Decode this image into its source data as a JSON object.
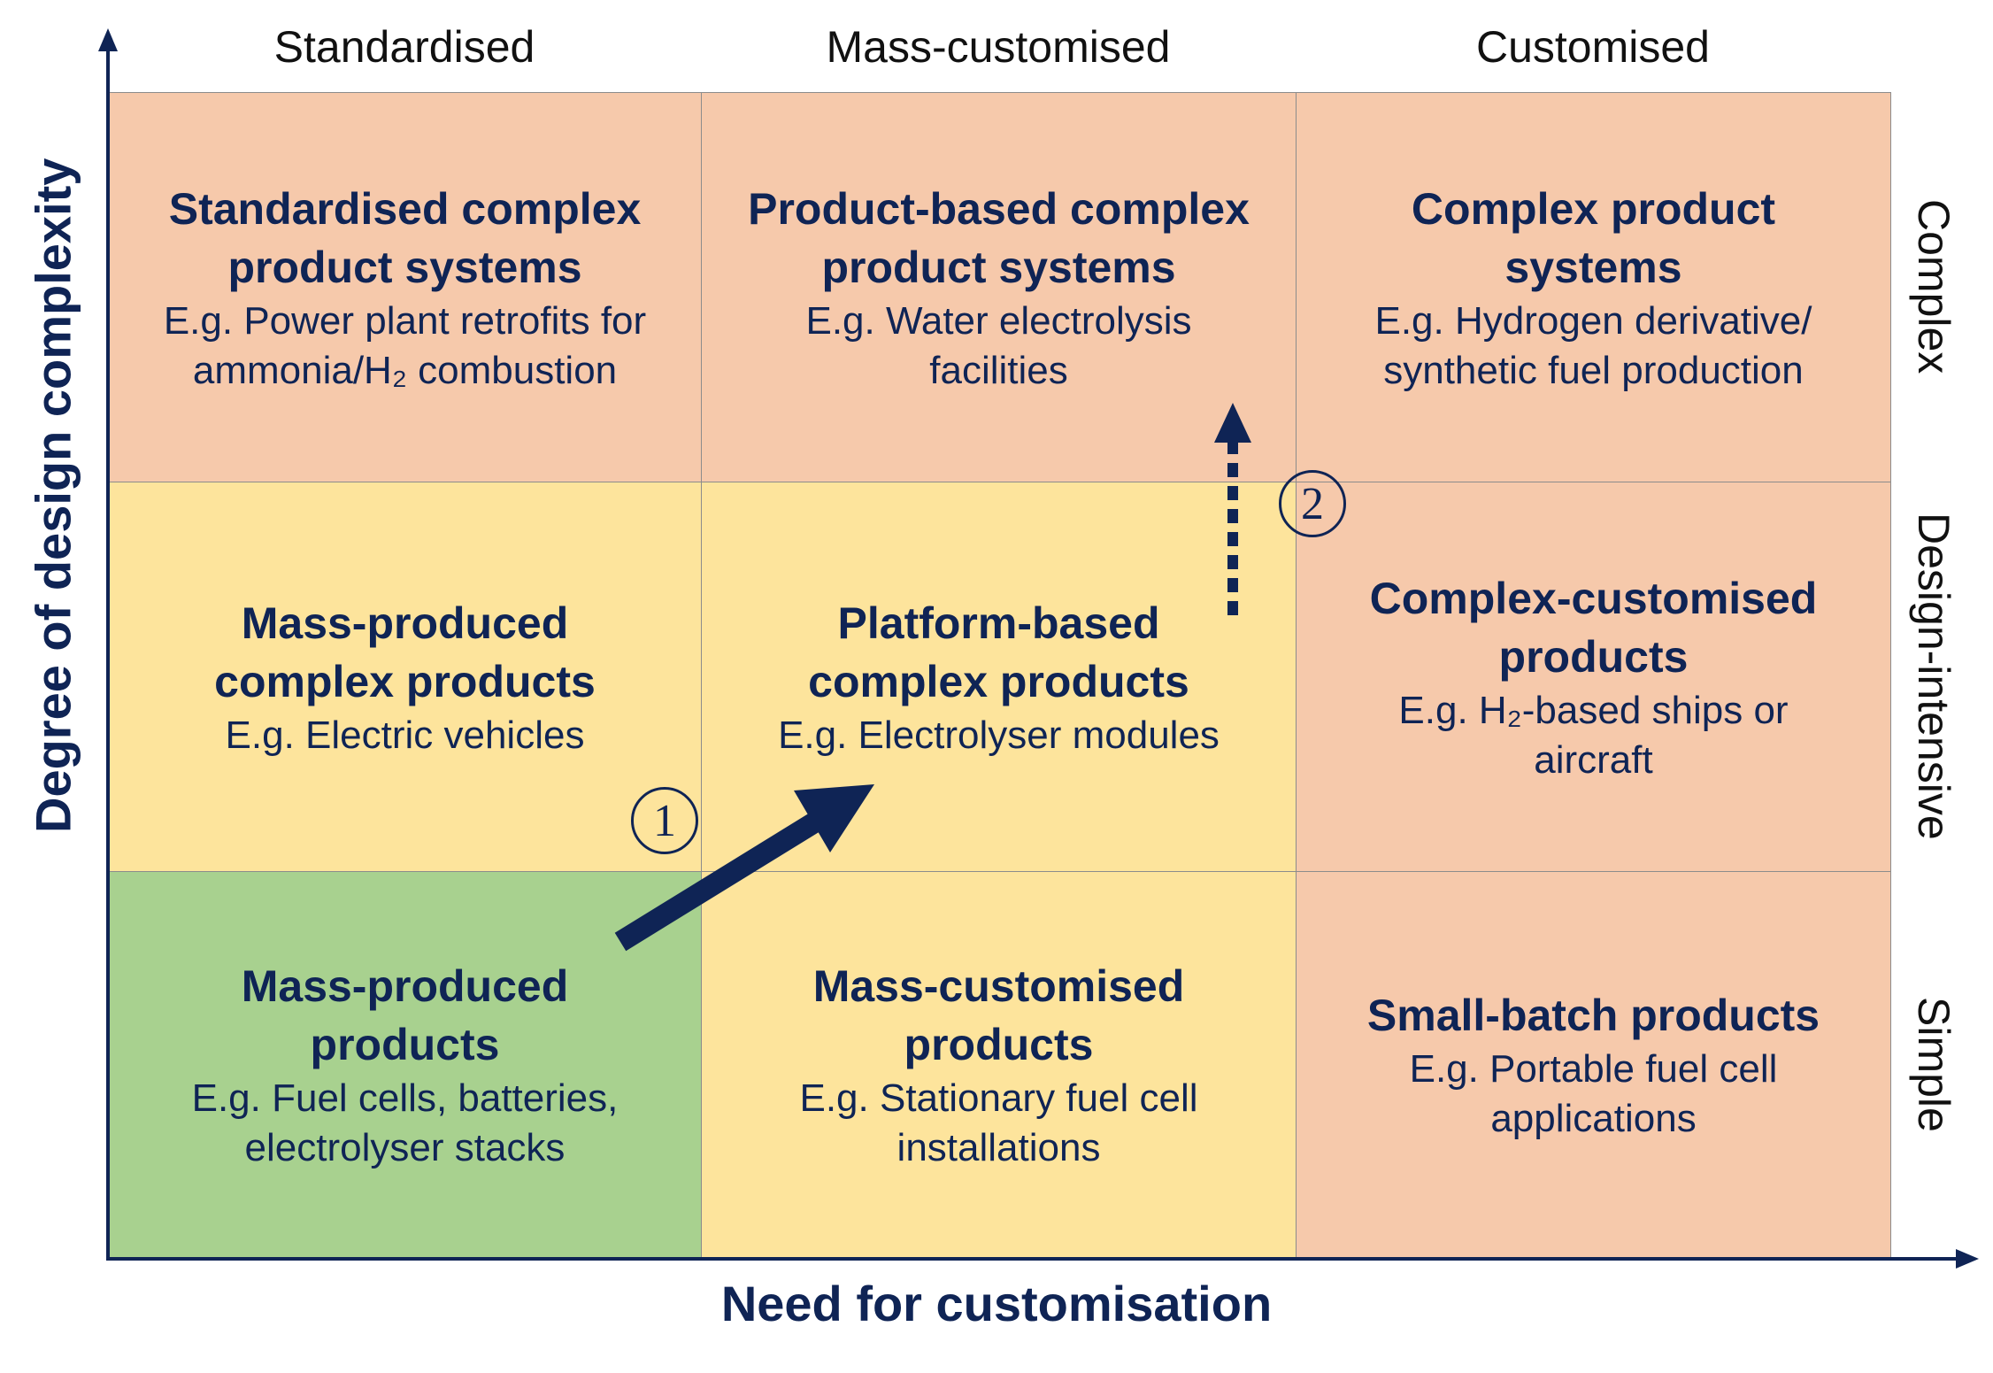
{
  "columns": [
    "Standardised",
    "Mass-customised",
    "Customised"
  ],
  "rows": [
    "Complex",
    "Design-intensive",
    "Simple"
  ],
  "axes": {
    "x": "Need for customisation",
    "y": "Degree of design complexity"
  },
  "cells": [
    {
      "title": "Standardised complex product systems",
      "example": "E.g. Power plant retrofits for ammonia/H₂ combustion",
      "color": "#f6c9ab"
    },
    {
      "title": "Product-based complex product systems",
      "example": "E.g. Water electrolysis facilities",
      "color": "#f6c9ab"
    },
    {
      "title": "Complex product systems",
      "example": "E.g. Hydrogen derivative/ synthetic fuel production",
      "color": "#f6c9ab"
    },
    {
      "title": "Mass-produced complex products",
      "example": "E.g. Electric vehicles",
      "color": "#fde49c"
    },
    {
      "title": "Platform-based complex products",
      "example": "E.g. Electrolyser modules",
      "color": "#fde49c"
    },
    {
      "title": "Complex-customised products",
      "example": "E.g. H₂-based ships or aircraft",
      "color": "#f6c9ab"
    },
    {
      "title": "Mass-produced products",
      "example": "E.g. Fuel cells, batteries, electrolyser stacks",
      "color": "#a8d18f"
    },
    {
      "title": "Mass-customised products",
      "example": "E.g. Stationary fuel cell installations",
      "color": "#fde49c"
    },
    {
      "title": "Small-batch products",
      "example": "E.g. Portable fuel cell applications",
      "color": "#f6c9ab"
    }
  ],
  "markers": [
    "1",
    "2"
  ],
  "colors": {
    "navy": "#0f2455",
    "grid": "#8c8c8c"
  }
}
